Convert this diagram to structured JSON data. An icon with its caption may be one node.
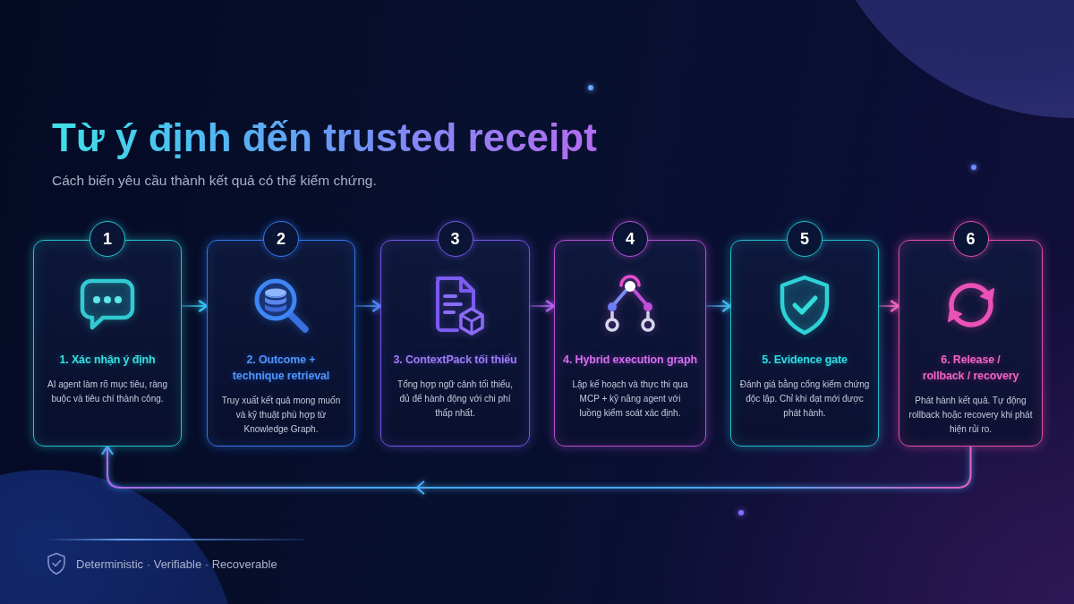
{
  "diagram": {
    "title": "Từ ý định đến trusted receipt",
    "nodes": [
      {
        "text": [
          "1",
          "1. Xác nhận ý định",
          "AI agent làm rõ mục tiêu, ràng buộc và tiêu chí thành công."
        ]
      },
      {
        "text": [
          "2",
          "2. Outcome + technique retrieval",
          "Truy xuất kết quả mong muốn và kỹ thuật phù hợp từ Knowledge Graph."
        ]
      },
      {
        "text": [
          "3",
          "3. ContextPack tối thiểu",
          "Tổng hợp ngữ cảnh tối thiểu, đủ để hành động với chi phí thấp nhất."
        ]
      },
      {
        "text": [
          "4",
          "4. Hybrid execution graph",
          "Lập kế hoạch và thực thi qua MCP + kỹ năng agent với luồng kiểm soát xác định."
        ]
      },
      {
        "text": [
          "5",
          "5. Evidence gate",
          "Đánh giá bằng cổng kiểm chứng độc lập. Chỉ khi đạt mới được phát hành."
        ]
      },
      {
        "text": [
          "6",
          "6. Release / rollback / recovery",
          "Phát hành kết quả. Tự động rollback hoặc recovery khi phát hiện rủi ro."
        ]
      }
    ],
    "edges": [
      {
        "from": 0,
        "to": 1,
        "arrow": "to",
        "color": "#38c8f0"
      },
      {
        "from": 1,
        "to": 2,
        "arrow": "to",
        "color": "#4a8ef8"
      },
      {
        "from": 2,
        "to": 3,
        "arrow": "to",
        "color": "#b065f0"
      },
      {
        "from": 3,
        "to": 4,
        "arrow": "to",
        "color": "#4ab4f4"
      },
      {
        "from": 4,
        "to": 5,
        "arrow": "to",
        "color": "#f06cc4"
      },
      {
        "from": 5,
        "to": 0,
        "arrow": "to",
        "color": "#4aa8f5"
      }
    ],
    "labels": [
      "Cách biến yêu cầu thành kết quả có thể kiểm chứng.",
      "Deterministic · Verifiable · Recoverable"
    ]
  }
}
